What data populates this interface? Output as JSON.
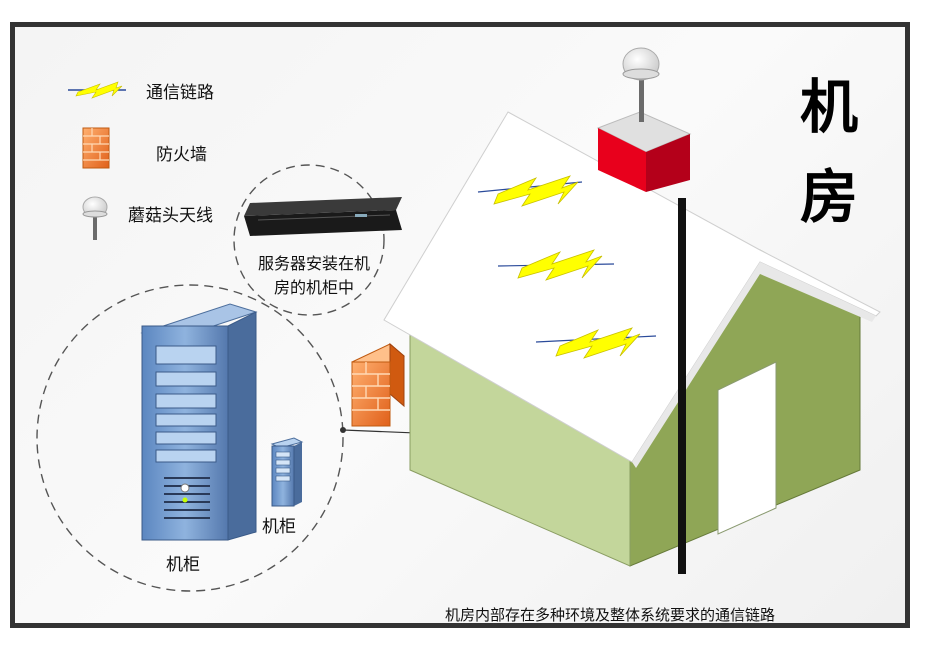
{
  "title": [
    "机",
    "房"
  ],
  "legend": [
    {
      "icon": "lightning-icon",
      "label": "通信链路"
    },
    {
      "icon": "firewall-icon",
      "label": "防火墙"
    },
    {
      "icon": "mushroom-antenna-icon",
      "label": "蘑菇头天线"
    }
  ],
  "server_callout": {
    "line1": "服务器安装在机",
    "line2": "房的机柜中"
  },
  "cabinet_labels": {
    "large": "机柜",
    "small": "机柜"
  },
  "caption": "机房内部存在多种环境及整体系统要求的通信链路",
  "colors": {
    "wall_front": "#c3d69b",
    "wall_side": "#8fa656",
    "roof": "#ffffff",
    "chimney": "#e8001c",
    "lightning": "#ffff00",
    "lightning_stroke": "#2a4a9a",
    "firewall": "#f07f2a",
    "cabinet": "#6e96c8",
    "frame": "#333333"
  }
}
